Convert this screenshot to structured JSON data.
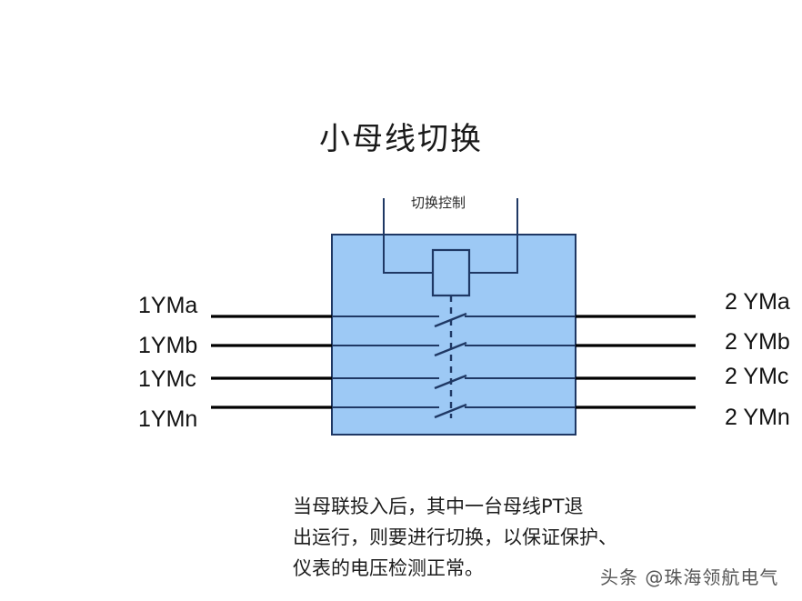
{
  "title": "小母线切换",
  "diagram": {
    "control_label": "切换控制",
    "left_terminals": [
      {
        "label": "1YMa"
      },
      {
        "label": "1YMb"
      },
      {
        "label": "1YMc"
      },
      {
        "label": "1YMn"
      }
    ],
    "right_terminals": [
      {
        "label": "2 YMa"
      },
      {
        "label": "2 YMb"
      },
      {
        "label": "2 YMc"
      },
      {
        "label": "2 YMn"
      }
    ],
    "colors": {
      "box_fill": "#9DC9F5",
      "box_stroke": "#1F3864",
      "line_stroke": "#000000",
      "inner_stroke": "#1F3864"
    }
  },
  "description": {
    "line1": "当母联投入后，其中一台母线PT退",
    "line2": "出运行，则要进行切换，以保证保护、",
    "line3": "仪表的电压检测正常。"
  },
  "watermark": {
    "text": "头条 @珠海领航电气"
  }
}
